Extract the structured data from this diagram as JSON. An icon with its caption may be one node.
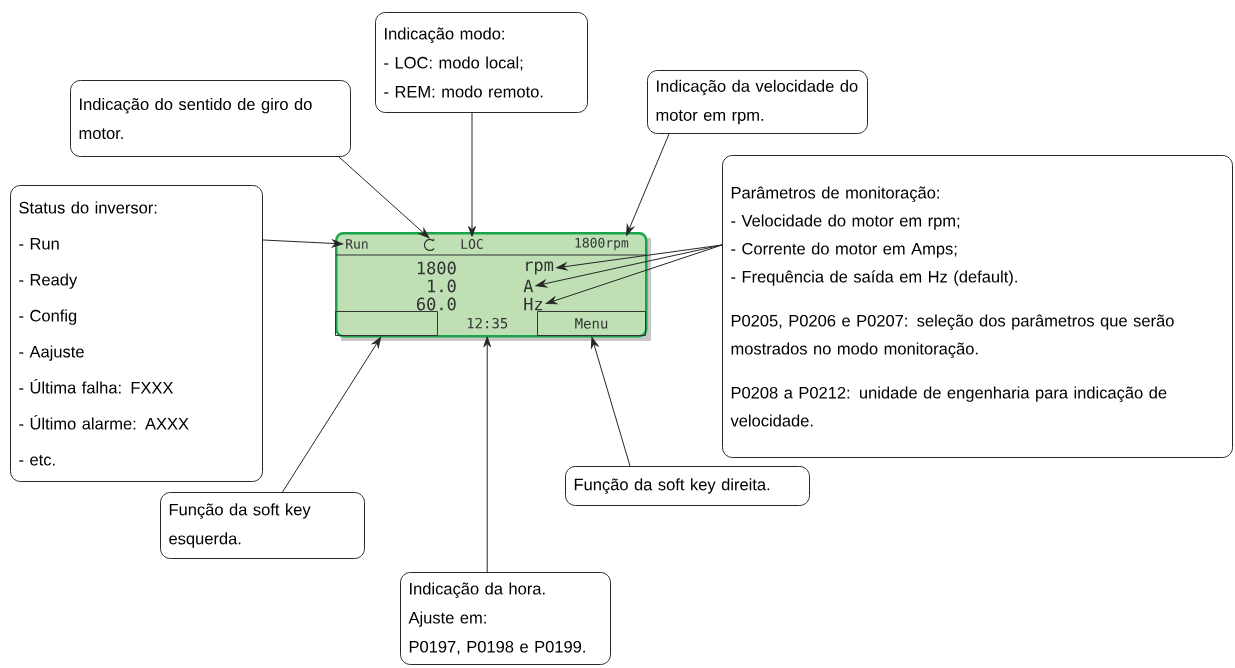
{
  "diagram": {
    "nodes": [
      {
        "text": [
          "Indicação modo:",
          "- LOC: modo local;",
          "- REM: modo remoto."
        ]
      },
      {
        "text": [
          "Indicação do sentido de giro do motor."
        ]
      },
      {
        "text": [
          "Indicação da velocidade do motor em rpm."
        ]
      },
      {
        "text": [
          "Parâmetros de monitoração:",
          "- Velocidade do motor em rpm;",
          "- Corrente do motor em Amps;",
          "- Frequência de saída em Hz (default).",
          "P0205, P0206 e P0207: seleção dos parâmetros que serão mostrados no modo monitoração.",
          "P0208 a P0212: unidade de engenharia para indicação de velocidade."
        ]
      },
      {
        "text": [
          "Status do inversor:",
          "- Run",
          "- Ready",
          "- Config",
          "- Aajuste",
          "- Última falha: FXXX",
          "- Último alarme: AXXX",
          "- etc."
        ]
      },
      {
        "text": [],
        "shape": "box"
      },
      {
        "text": [
          "Run"
        ],
        "in": 5
      },
      {
        "text": [],
        "shape": "arc",
        "in": 5
      },
      {
        "text": [
          "LOC"
        ],
        "in": 5
      },
      {
        "text": [
          "1800rpm"
        ],
        "in": 5
      },
      {
        "text": [
          "rpm"
        ],
        "in": 5
      },
      {
        "text": [
          "A"
        ],
        "in": 5
      },
      {
        "text": [
          "Hz"
        ],
        "in": 5
      },
      {
        "text": [],
        "shape": "box",
        "in": 5
      },
      {
        "text": [
          "12:35"
        ],
        "in": 5
      },
      {
        "text": [
          "Menu"
        ],
        "in": 5
      },
      {
        "text": [
          "Função da soft key esquerda."
        ]
      },
      {
        "text": [
          "Função da soft key direita."
        ]
      },
      {
        "text": [
          "Indicação da hora.",
          "Ajuste em:",
          "P0197, P0198 e P0199."
        ]
      }
    ],
    "edges": [
      {
        "from": 4,
        "to": 6,
        "arrow": "to"
      },
      {
        "from": 1,
        "to": 7,
        "arrow": "to"
      },
      {
        "from": 0,
        "to": 8,
        "arrow": "to"
      },
      {
        "from": 2,
        "to": 9,
        "arrow": "to"
      },
      {
        "from": 3,
        "to": 10,
        "arrow": "to"
      },
      {
        "from": 3,
        "to": 11,
        "arrow": "to"
      },
      {
        "from": 3,
        "to": 12,
        "arrow": "to"
      },
      {
        "from": 16,
        "to": 13,
        "arrow": "to"
      },
      {
        "from": 18,
        "to": 14,
        "arrow": "to"
      },
      {
        "from": 17,
        "to": 15,
        "arrow": "to"
      }
    ],
    "labels": [
      "1800",
      "1.0",
      "60.0"
    ]
  }
}
